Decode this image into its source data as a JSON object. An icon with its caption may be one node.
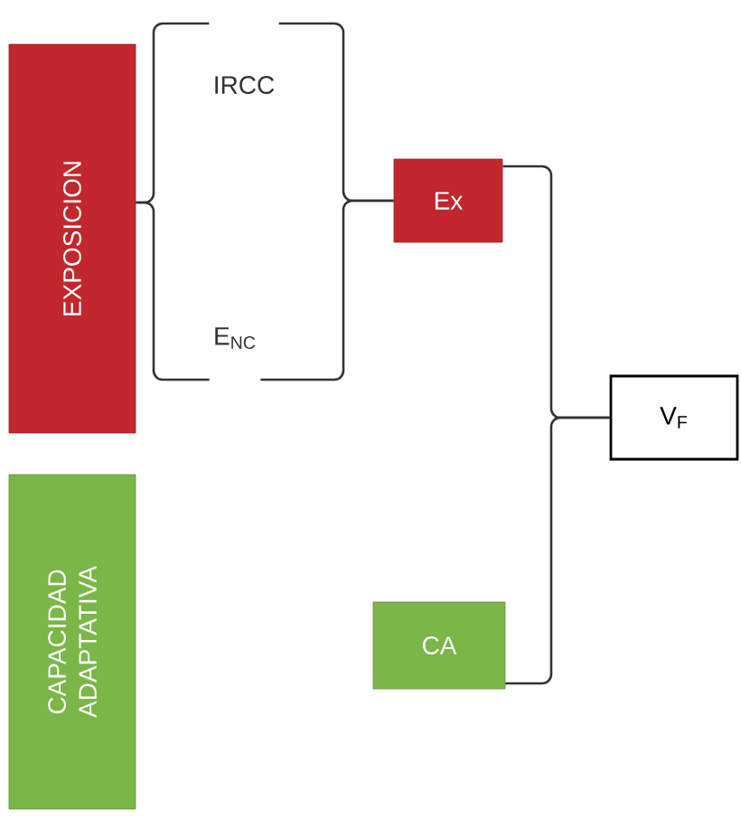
{
  "diagram": {
    "nodes": [
      {
        "text": [
          "EXPOSICION"
        ]
      },
      {
        "text": [
          "IRCC"
        ]
      },
      {
        "text": [
          "E$_{NC}$"
        ]
      },
      {
        "text": [
          "Ex"
        ]
      },
      {
        "text": [
          "CAPACIDAD ADAPTATIVA"
        ]
      },
      {
        "text": [
          "CA"
        ]
      },
      {
        "text": [
          "V$_{F}$"
        ]
      }
    ],
    "edges": [
      {
        "from": 0,
        "to": 1,
        "arrow": "none"
      },
      {
        "from": 0,
        "to": 2,
        "arrow": "none"
      },
      {
        "from": 1,
        "to": 3,
        "arrow": "none"
      },
      {
        "from": 2,
        "to": 3,
        "arrow": "none"
      },
      {
        "from": 3,
        "to": 6,
        "arrow": "none"
      },
      {
        "from": 5,
        "to": 6,
        "arrow": "none"
      }
    ]
  }
}
